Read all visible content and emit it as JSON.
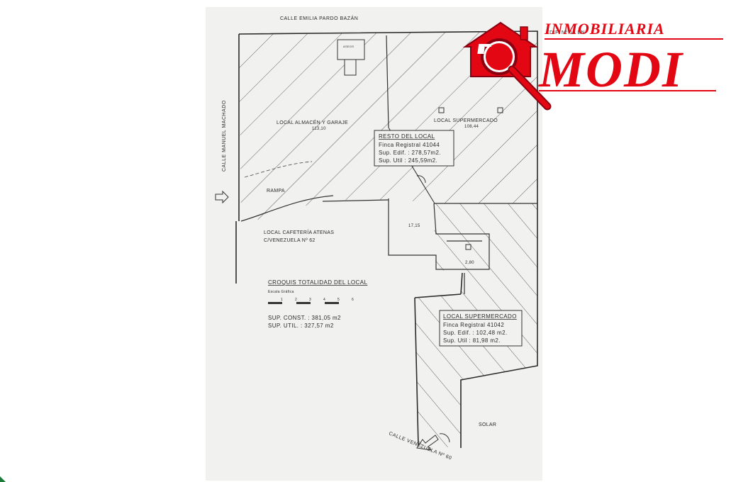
{
  "logo": {
    "top_text": "INMOBILIARIA",
    "main_text": "MODI",
    "color": "#e30613",
    "icon": "house-magnifier-icon"
  },
  "streets": {
    "top": "CALLE EMILIA PARDO BAZÁN",
    "left": "CALLE MANUEL MACHADO",
    "bottom": "CALLE VENEZUELA Nº 60",
    "neighbor_building": "EDIF. Nº 60 EN"
  },
  "rooms": {
    "storage": "LOCAL ALMACÉN Y GARAJE",
    "storage_area": "113,10",
    "supermarket": "LOCAL SUPERMERCADO",
    "supermarket_area": "108,44",
    "ramp": "RAMPA",
    "small_area": "17,15",
    "wc_area": "2,80",
    "wc": "ASEOS",
    "cafe_line1": "LOCAL CAFETERÍA ATENAS",
    "cafe_line2": "C/VENEZUELA Nº 62",
    "solar": "SOLAR"
  },
  "resto_box": {
    "title": "RESTO DEL LOCAL",
    "finca": "Finca Registral 41044",
    "sup_edif": "Sup. Edif.  : 278,57m2.",
    "sup_util": "Sup. Util  : 245,59m2."
  },
  "super_box": {
    "title": "LOCAL SUPERMERCADO",
    "finca": "Finca Registral 41042",
    "sup_edif": "Sup. Edif.  : 102,48 m2.",
    "sup_util": "Sup. Util  :  81,98 m2."
  },
  "croquis": {
    "title": "CROQUIS TOTALIDAD DEL LOCAL",
    "scale_label": "Escala Gráfica",
    "scale_ticks": [
      "1",
      "2",
      "3",
      "4",
      "5",
      "6"
    ],
    "sup_const": "SUP. CONST.  :   381,05  m2",
    "sup_util": "SUP. UTIL.  :   327,57  m2"
  }
}
